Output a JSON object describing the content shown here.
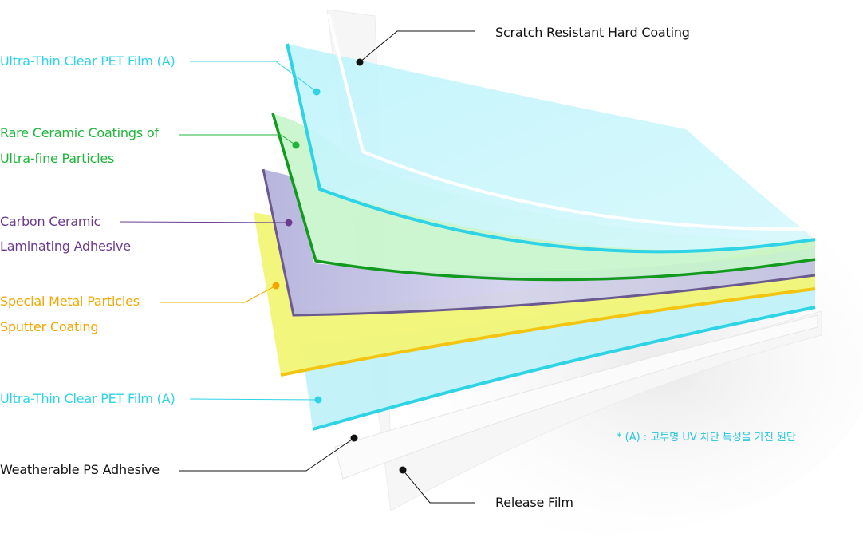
{
  "colors": {
    "pet": "#2fd3e6",
    "ceramic": "#1fb53a",
    "carbon": "#6b3b8f",
    "metal": "#f0a800",
    "dark": "#111111",
    "note": "#22c8dc"
  },
  "layers": {
    "scratch": "Scratch Resistant Hard Coating",
    "pet_top": "Ultra-Thin Clear PET Film (A)",
    "ceramic_1": "Rare Ceramic Coatings of",
    "ceramic_2": "Ultra-fine Particles",
    "carbon_1": "Carbon Ceramic",
    "carbon_2": "Laminating Adhesive",
    "metal_1": "Special Metal Particles",
    "metal_2": "Sputter Coating",
    "pet_bottom": "Ultra-Thin Clear PET Film (A)",
    "weatherable": "Weatherable PS Adhesive",
    "release": "Release Film"
  },
  "footnote": "* (A) : 고투명 UV 차단 특성을 가진 원단"
}
